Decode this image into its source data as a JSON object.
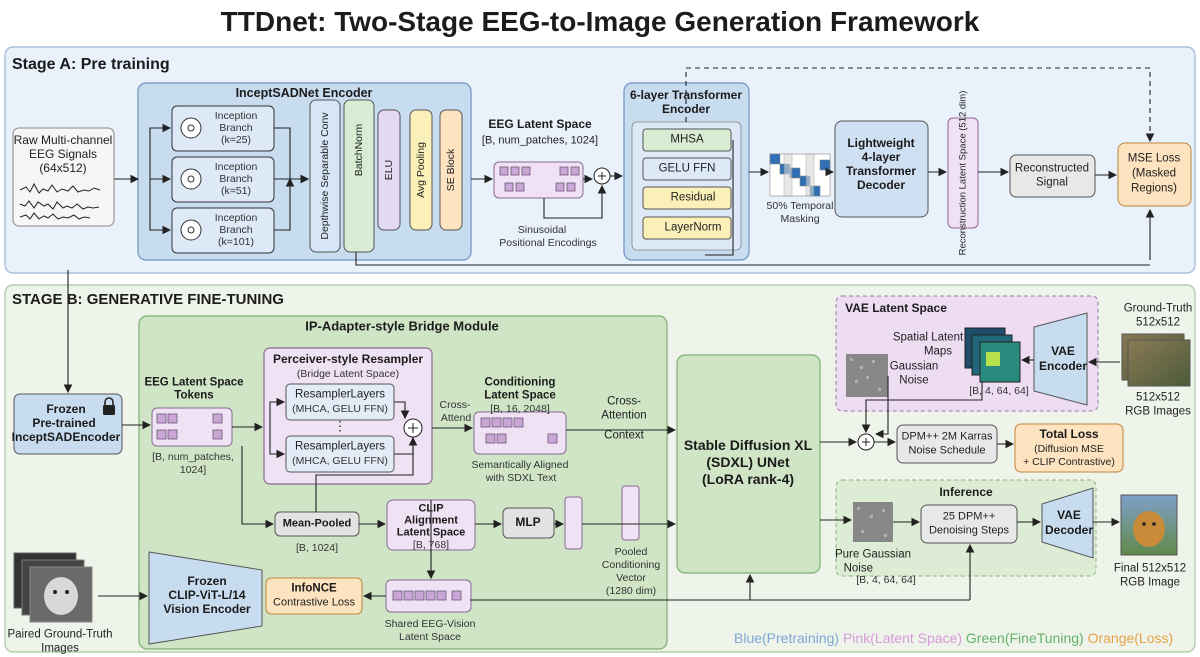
{
  "title": "TTDnet: Two-Stage EEG-to-Image Generation Framework",
  "stage_a": {
    "label": "Stage A: Pre training",
    "raw_signals": [
      "Raw Multi-channel",
      "EEG Signals",
      "(64x512)"
    ],
    "encoder_title": "InceptSADNet Encoder",
    "branches": [
      {
        "name": "Inception",
        "sub": "Branch",
        "k": "(k=25)"
      },
      {
        "name": "Inception",
        "sub": "Branch",
        "k": "(k=51)"
      },
      {
        "name": "Inception",
        "sub": "Branch",
        "k": "(k=101)"
      }
    ],
    "encoder_layers": [
      "Depthwise Separable Conv",
      "BatchNorm",
      "ELU",
      "Avg Pooling",
      "SE Block"
    ],
    "latent_title": "EEG Latent Space",
    "latent_shape": "[B, num_patches, 1024]",
    "positional": [
      "Sinusoidal",
      "Positional Encodings"
    ],
    "transformer_title": [
      "6-layer Transformer",
      "Encoder"
    ],
    "transformer_layers": [
      "MHSA",
      "GELU FFN",
      "Residual",
      "LayerNorm"
    ],
    "masking": [
      "50% Temporal",
      "Masking"
    ],
    "decoder": [
      "Lightweight",
      "4-layer",
      "Transformer",
      "Decoder"
    ],
    "recon_latent": "Reconstruction Latent Space (512 dim)",
    "recon_signal": [
      "Reconstructed",
      "Signal"
    ],
    "mse_loss": [
      "MSE Loss",
      "(Masked",
      "Regions)"
    ]
  },
  "stage_b": {
    "label": "STAGE B: GENERATIVE FINE-TUNING",
    "frozen_encoder": [
      "Frozen",
      "Pre-trained",
      "InceptSADEncoder"
    ],
    "bridge_title": "IP-Adapter-style Bridge Module",
    "tokens_title": [
      "EEG Latent Space",
      "Tokens"
    ],
    "tokens_shape": [
      "[B, num_patches,",
      "1024]"
    ],
    "resampler_title": "Perceiver-style Resampler",
    "resampler_sub": "(Bridge Latent Space)",
    "resampler_layers": [
      [
        "ResamplerLayers",
        "(MHCA, GELU FFN)"
      ],
      [
        "ResamplerLayers",
        "(MHCA, GELU FFN)"
      ]
    ],
    "cross_attend": [
      "Cross-",
      "Attend"
    ],
    "conditioning_title": [
      "Conditioning",
      "Latent Space"
    ],
    "conditioning_shape": "[B, 16, 2048]",
    "aligned_text": [
      "Semantically Aligned",
      "with SDXL Text"
    ],
    "cross_attention": [
      "Cross-",
      "Attention",
      "Context"
    ],
    "mean_pooled": "Mean-Pooled",
    "mean_pooled_shape": "[B, 1024]",
    "clip_align": [
      "CLIP",
      "Alignment",
      "Latent Space"
    ],
    "clip_align_shape": "[B, 768]",
    "mlp": "MLP",
    "pooled_vector": [
      "Pooled",
      "Conditioning",
      "Vector",
      "(1280 dim)"
    ],
    "sdxl": [
      "Stable Diffusion XL",
      "(SDXL) UNet",
      "(LoRA rank-4)"
    ],
    "clip_vit": [
      "Frozen",
      "CLIP-ViT-L/14",
      "Vision Encoder"
    ],
    "infonce": [
      "InfoNCE",
      "Contrastive Loss"
    ],
    "shared_latent": [
      "Shared EEG-Vision",
      "Latent Space"
    ],
    "paired_images": [
      "Paired Ground-Truth",
      "Images"
    ],
    "vae_latent_title": "VAE Latent Space",
    "spatial_maps": [
      "Spatial Latent",
      "Maps"
    ],
    "spatial_shape": "[B, 4, 64, 64]",
    "gaussian_noise": [
      "Gaussian",
      "Noise"
    ],
    "vae_encoder": [
      "VAE",
      "Encoder"
    ],
    "ground_truth": [
      "Ground-Truth",
      "512x512"
    ],
    "rgb_images": [
      "512x512",
      "RGB Images"
    ],
    "scheduler": [
      "DPM++ 2M Karras",
      "Noise Schedule"
    ],
    "total_loss": [
      "Total Loss",
      "(Diffusion MSE",
      "+ CLIP Contrastive)"
    ],
    "inference_title": "Inference",
    "pure_noise": [
      "Pure Gaussian",
      "Noise"
    ],
    "pure_noise_shape": "[B, 4, 64, 64]",
    "denoising": [
      "25 DPM++",
      "Denoising Steps"
    ],
    "vae_decoder": [
      "VAE",
      "Decoder"
    ],
    "final_image": [
      "Final 512x512",
      "RGB Image"
    ]
  },
  "legend": [
    {
      "text": "Blue(Pretraining)",
      "color": "#7fa6d6"
    },
    {
      "text": "Pink(Latent Space)",
      "color": "#d59ad8"
    },
    {
      "text": "Green(FineTuning)",
      "color": "#63b36a"
    },
    {
      "text": "Orange(Loss)",
      "color": "#e8a24a"
    }
  ],
  "colors": {
    "stage_a_bg": "#e9f1fb",
    "stage_b_bg": "#eef4e9",
    "blue_box": "#c8dcf0",
    "pink_box": "#efe2f4",
    "green_box": "#cfe5c6",
    "orange_box": "#fde3c0",
    "gray_box": "#e8e8e8",
    "yellow_box": "#fbf1b8"
  }
}
